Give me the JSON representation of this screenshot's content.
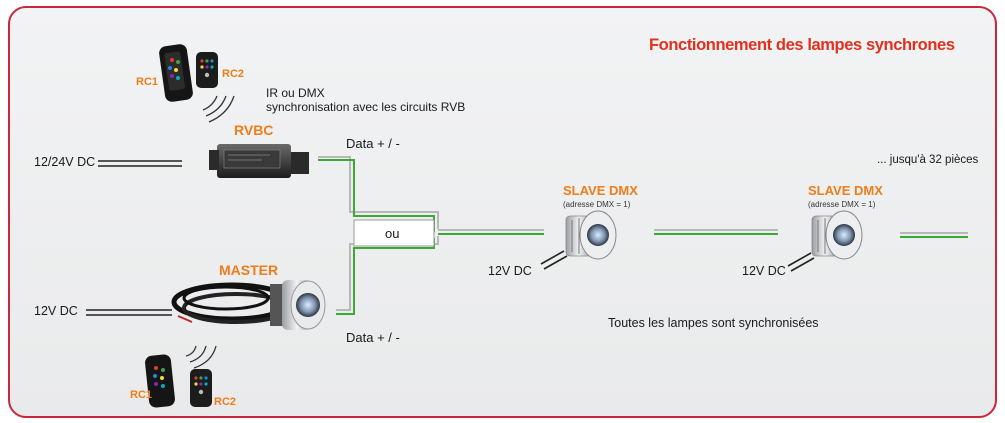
{
  "title": "Fonctionnement des lampes synchrones",
  "remote_top": {
    "rc1": "RC1",
    "rc2": "RC2"
  },
  "remote_bottom": {
    "rc1": "RC1",
    "rc2": "RC2"
  },
  "ir_text": {
    "line1": "IR ou DMX",
    "line2": "synchronisation avec les circuits RVB"
  },
  "rvbc": {
    "label": "RVBC",
    "power": "12/24V DC"
  },
  "master": {
    "label": "MASTER",
    "power": "12V DC"
  },
  "data_top": "Data + / -",
  "data_bottom": "Data + / -",
  "ou": "ou",
  "slave1": {
    "label": "SLAVE DMX",
    "address": "(adresse DMX = 1)",
    "power": "12V DC"
  },
  "slave2": {
    "label": "SLAVE DMX",
    "address": "(adresse DMX = 1)",
    "power": "12V DC"
  },
  "jusqua": "... jusqu'à 32 pièces",
  "sync_text": "Toutes les lampes sont synchronisées",
  "colors": {
    "frame": "#c8283a",
    "title": "#e2311d",
    "accent": "#ef7d1a",
    "data_green": "#3aaa35"
  }
}
